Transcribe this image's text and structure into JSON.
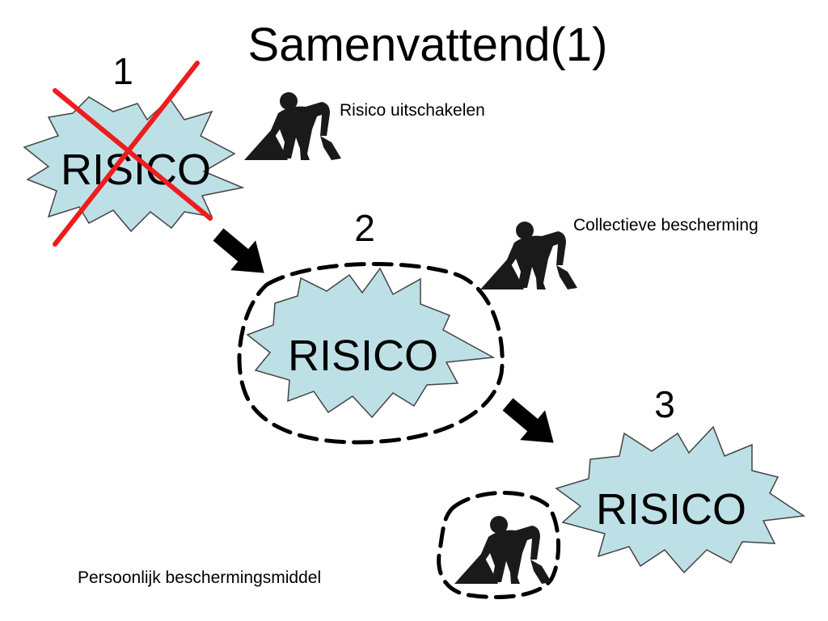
{
  "title": "Samenvattend(1)",
  "steps": [
    {
      "number": "1",
      "risk_label": "RISICO",
      "description": "Risico uitschakelen"
    },
    {
      "number": "2",
      "risk_label": "RISICO",
      "description": "Collectieve bescherming"
    },
    {
      "number": "3",
      "risk_label": "RISICO",
      "description": "Persoonlijk beschermingsmiddel"
    }
  ],
  "colors": {
    "burst_fill": "#bde0e6",
    "cross": "#ee1c1c",
    "ink": "#000000"
  },
  "icons": [
    "worker-with-shovel-icon",
    "arrow-down-right-icon"
  ]
}
